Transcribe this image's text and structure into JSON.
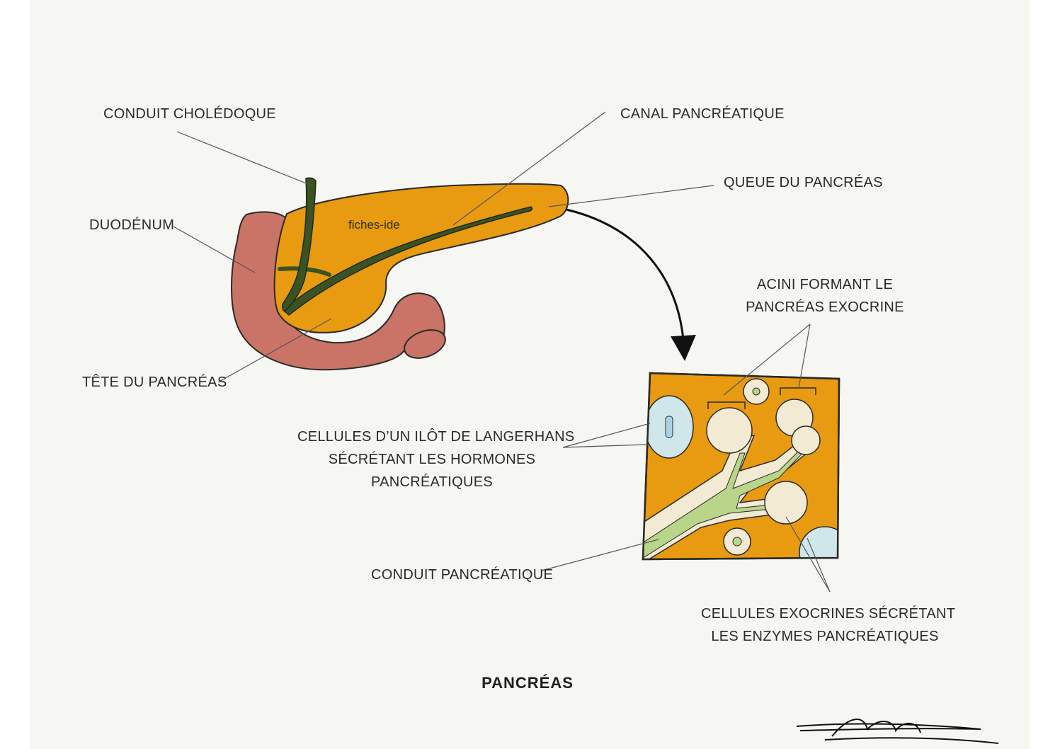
{
  "labels": {
    "conduit_choledoque": "CONDUIT CHOLÉDOQUE",
    "canal_pancreatique": "CANAL PANCRÉATIQUE",
    "queue_du_pancreas": "QUEUE DU PANCRÉAS",
    "duodenum": "DUODÉNUM",
    "tete_du_pancreas": "TÊTE DU PANCRÉAS",
    "acini_line1": "ACINI FORMANT LE",
    "acini_line2": "PANCRÉAS EXOCRINE",
    "langerhans_line1": "CELLULES D’UN ILÔT DE LANGERHANS",
    "langerhans_line2": "SÉCRÉTANT LES HORMONES",
    "langerhans_line3": "PANCRÉATIQUES",
    "conduit_pancreatique": "CONDUIT PANCRÉATIQUE",
    "exocrines_line1": "CELLULES EXOCRINES SÉCRÉTANT",
    "exocrines_line2": "LES ENZYMES PANCRÉATIQUES"
  },
  "watermark": "fiches-ide",
  "title": "PANCRÉAS",
  "colors": {
    "pancreas": "#e89a10",
    "duodenum": "#c97466",
    "duct": "#3b5323",
    "lobule_cells": "#f2ead2",
    "islet_cells": "#cfe6ea",
    "lumen": "#b9d58a",
    "outline": "#2a2a2a",
    "background": "#f6f6f2"
  }
}
